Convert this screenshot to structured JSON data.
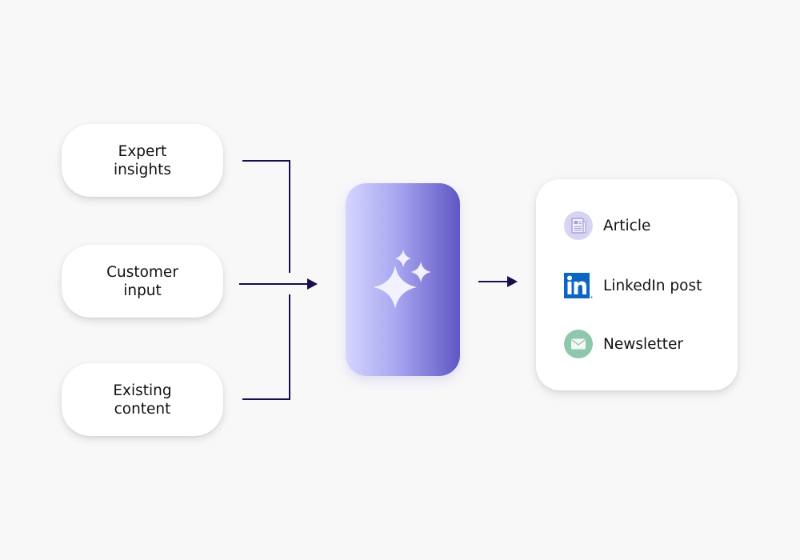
{
  "inputs": [
    {
      "label": "Expert\ninsights"
    },
    {
      "label": "Customer\ninput"
    },
    {
      "label": "Existing\ncontent"
    }
  ],
  "processor": {
    "icon": "sparkles-icon"
  },
  "outputs": [
    {
      "label": "Article",
      "icon": "article-icon"
    },
    {
      "label": "LinkedIn post",
      "icon": "linkedin-icon"
    },
    {
      "label": "Newsletter",
      "icon": "mail-icon"
    }
  ],
  "colors": {
    "background": "#f8f8f9",
    "connector": "#1c0c4f",
    "gradient_start": "#d5d5ff",
    "gradient_end": "#5e57c4",
    "article_icon_bg": "#d6d4f2",
    "linkedin_blue": "#0a66c2",
    "mail_icon_bg": "#8fc7ad"
  }
}
